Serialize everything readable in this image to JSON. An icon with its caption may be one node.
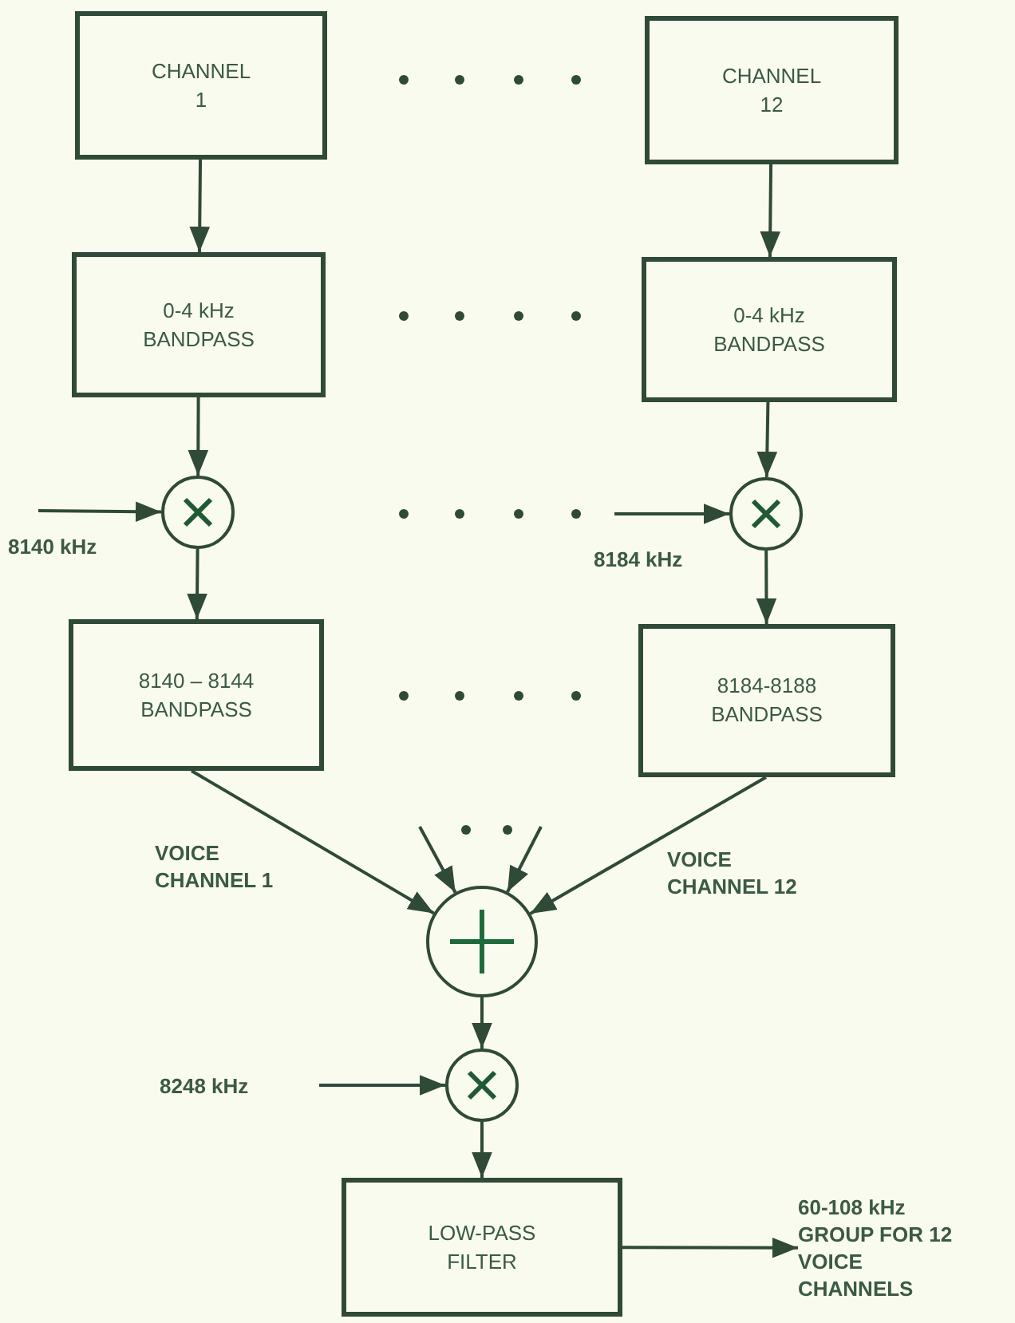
{
  "diagram": {
    "nodes": [
      {
        "text": [
          "CHANNEL 1"
        ]
      },
      {
        "text": [
          "CHANNEL 12"
        ]
      },
      {
        "text": [
          "0-4 kHz BANDPASS"
        ]
      },
      {
        "text": [
          "0-4 kHz BANDPASS"
        ]
      },
      {
        "text": [],
        "shape": "circle"
      },
      {
        "text": [],
        "shape": "circle"
      },
      {
        "text": [
          "8140 – 8144 BANDPASS"
        ]
      },
      {
        "text": [
          "8184-8188 BANDPASS"
        ]
      },
      {
        "text": [],
        "shape": "circle"
      },
      {
        "text": [],
        "shape": "circle"
      },
      {
        "text": [
          "8248 kHz"
        ]
      },
      {
        "text": [
          "LOW-PASS FILTER"
        ]
      },
      {
        "text": [
          "60-108 kHz GROUP FOR 12 VOICE CHANNELS"
        ]
      }
    ],
    "edges": [
      {
        "from": 0,
        "to": 2,
        "arrow": "to"
      },
      {
        "from": 1,
        "to": 3,
        "arrow": "to"
      },
      {
        "from": 2,
        "to": 4,
        "arrow": "to"
      },
      {
        "from": 3,
        "to": 5,
        "arrow": "to"
      },
      {
        "from": null,
        "to": 4,
        "arrow": "to",
        "label": "8140 kHz"
      },
      {
        "from": null,
        "to": 5,
        "arrow": "to",
        "label": "8184 kHz"
      },
      {
        "from": 4,
        "to": 6,
        "arrow": "to"
      },
      {
        "from": 5,
        "to": 7,
        "arrow": "to"
      },
      {
        "from": 6,
        "to": 8,
        "arrow": "to",
        "label": "VOICE CHANNEL 1"
      },
      {
        "from": 7,
        "to": 8,
        "arrow": "to",
        "label": "VOICE CHANNEL 12"
      },
      {
        "from": null,
        "to": 8,
        "arrow": "to"
      },
      {
        "from": null,
        "to": 8,
        "arrow": "to"
      },
      {
        "from": 8,
        "to": 9,
        "arrow": "to"
      },
      {
        "from": 10,
        "to": 9,
        "arrow": "to"
      },
      {
        "from": 9,
        "to": 11,
        "arrow": "to"
      },
      {
        "from": 11,
        "to": 12,
        "arrow": "to"
      }
    ]
  }
}
